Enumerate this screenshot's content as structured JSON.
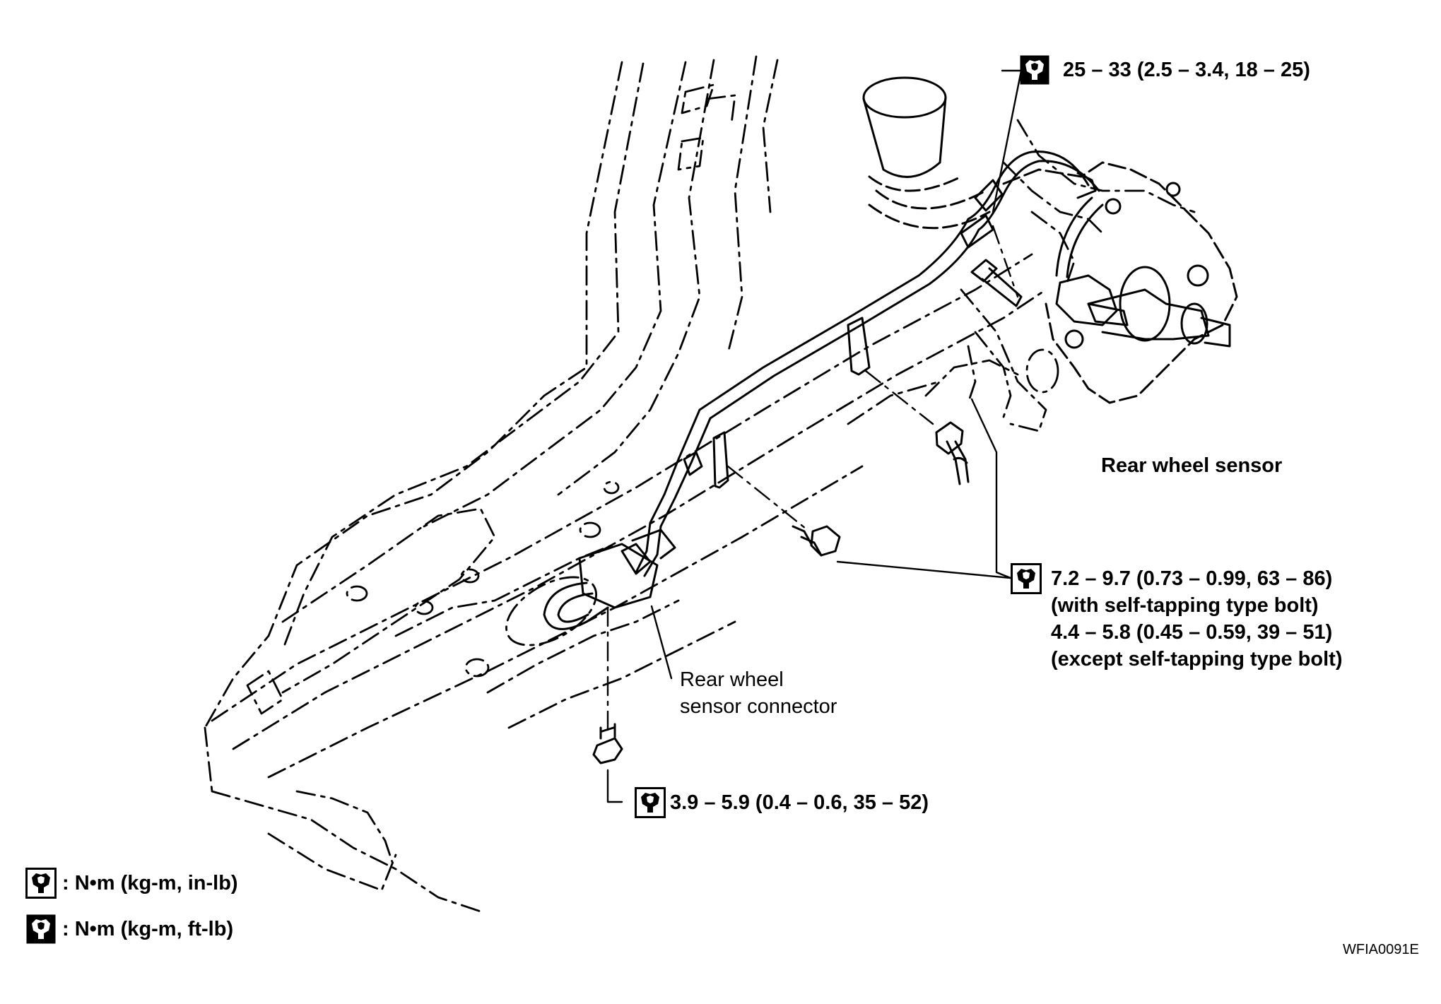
{
  "callouts": {
    "torque_top": "25 – 33 (2.5 – 3.4, 18 – 25)",
    "sensor": "Rear wheel sensor",
    "torque_bolts_line1": "7.2 – 9.7 (0.73 – 0.99, 63 – 86)",
    "torque_bolts_line2": "(with self-tapping type bolt)",
    "torque_bolts_line3": "4.4 – 5.8 (0.45 – 0.59, 39 – 51)",
    "torque_bolts_line4": "(except self-tapping type bolt)",
    "connector_line1": "Rear wheel",
    "connector_line2": "sensor connector",
    "torque_connector": "3.9 – 5.9 (0.4 – 0.6, 35 – 52)"
  },
  "legend": {
    "inlb": ": N•m (kg-m, in-lb)",
    "ftlb": ": N•m (kg-m, ft-lb)"
  },
  "figure_code": "WFIA0091E",
  "icons": {
    "torque_ftlb": "torque-wrench-outline-icon",
    "torque_inlb": "torque-wrench-filled-icon"
  }
}
